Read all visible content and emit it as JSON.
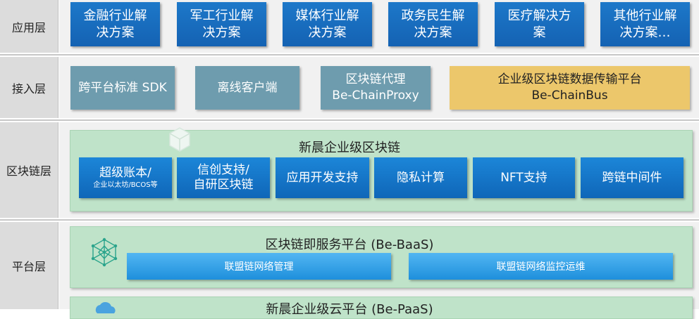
{
  "layers": {
    "application": "应用层",
    "access": "接入层",
    "blockchain": "区块链层",
    "platform": "平台层"
  },
  "application_tiles": [
    {
      "line1": "金融行业解",
      "line2": "决方案"
    },
    {
      "line1": "军工行业解",
      "line2": "决方案"
    },
    {
      "line1": "媒体行业解",
      "line2": "决方案"
    },
    {
      "line1": "政务民生解",
      "line2": "决方案"
    },
    {
      "line1": "医疗解决方",
      "line2": "案"
    },
    {
      "line1": "其他行业解",
      "line2": "决方案…"
    }
  ],
  "access_tiles": [
    {
      "line1": "跨平台标准 SDK",
      "line2": ""
    },
    {
      "line1": "离线客户端",
      "line2": ""
    },
    {
      "line1": "区块链代理",
      "line2": "Be-ChainProxy"
    },
    {
      "line1": "企业级区块链数据传输平台",
      "line2": "Be-ChainBus"
    }
  ],
  "blockchain": {
    "title": "新晨企业级区块链",
    "tiles": [
      {
        "line1": "超级账本/",
        "sub": "企业以太坊/BCOS等"
      },
      {
        "line1": "信创支持/",
        "line2": "自研区块链"
      },
      {
        "line1": "应用开发支持"
      },
      {
        "line1": "隐私计算"
      },
      {
        "line1": "NFT支持"
      },
      {
        "line1": "跨链中间件"
      }
    ]
  },
  "platform": {
    "baas_title": "区块链即服务平台 (Be-BaaS)",
    "baas_bars": [
      "联盟链网络管理",
      "联盟链网络监控运维"
    ],
    "paas_title": "新晨企业级云平台 (Be-PaaS)"
  },
  "colors": {
    "app_blue": "#1b70c2",
    "access_gray_blue": "#6e9cae",
    "access_yellow": "#ecc76b",
    "panel_green": "#bfe3c9",
    "chain_blue": "#1576c9",
    "bar_light_blue": "#3aa6ea"
  }
}
